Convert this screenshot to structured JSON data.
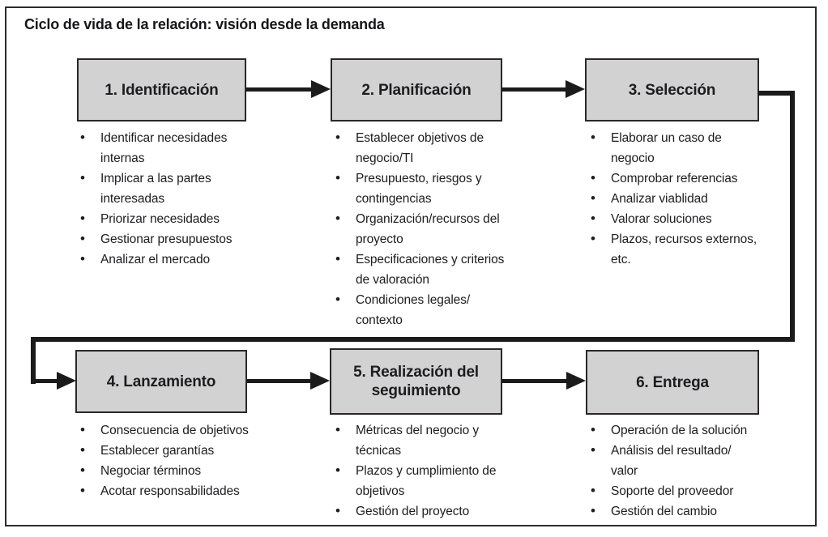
{
  "title": "Ciclo de vida de la relación: visión desde la demanda",
  "colors": {
    "box_fill": "#d2d2d3",
    "box_border": "#2b2728",
    "line": "#1b1b1b",
    "text": "#1d1c1f",
    "frame_border": "#2b2b2b"
  },
  "stages": [
    {
      "label": "1. Identificación",
      "bullets": [
        "Identificar necesidades internas",
        "Implicar a las partes interesadas",
        "Priorizar necesidades",
        "Gestionar presupuestos",
        "Analizar el mercado"
      ]
    },
    {
      "label": "2. Planificación",
      "bullets": [
        "Establecer objetivos de negocio/TI",
        "Presupuesto, riesgos y contingencias",
        "Organización/recursos del proyecto",
        "Especificaciones y criterios de valoración",
        "Condiciones legales/ contexto"
      ]
    },
    {
      "label": "3. Selección",
      "bullets": [
        "Elaborar un caso de negocio",
        "Comprobar referencias",
        "Analizar viablidad",
        "Valorar soluciones",
        "Plazos, recursos externos, etc."
      ]
    },
    {
      "label": "4. Lanzamiento",
      "bullets": [
        "Consecuencia de objetivos",
        "Establecer garantías",
        "Negociar términos",
        "Acotar responsabilidades"
      ]
    },
    {
      "label": "5. Realización del seguimiento",
      "bullets": [
        "Métricas del negocio y técnicas",
        "Plazos y cumplimiento de objetivos",
        "Gestión del proyecto"
      ]
    },
    {
      "label": "6. Entrega",
      "bullets": [
        "Operación de la solución",
        "Análisis del resultado/ valor",
        "Soporte del proveedor",
        "Gestión del cambio"
      ]
    }
  ]
}
